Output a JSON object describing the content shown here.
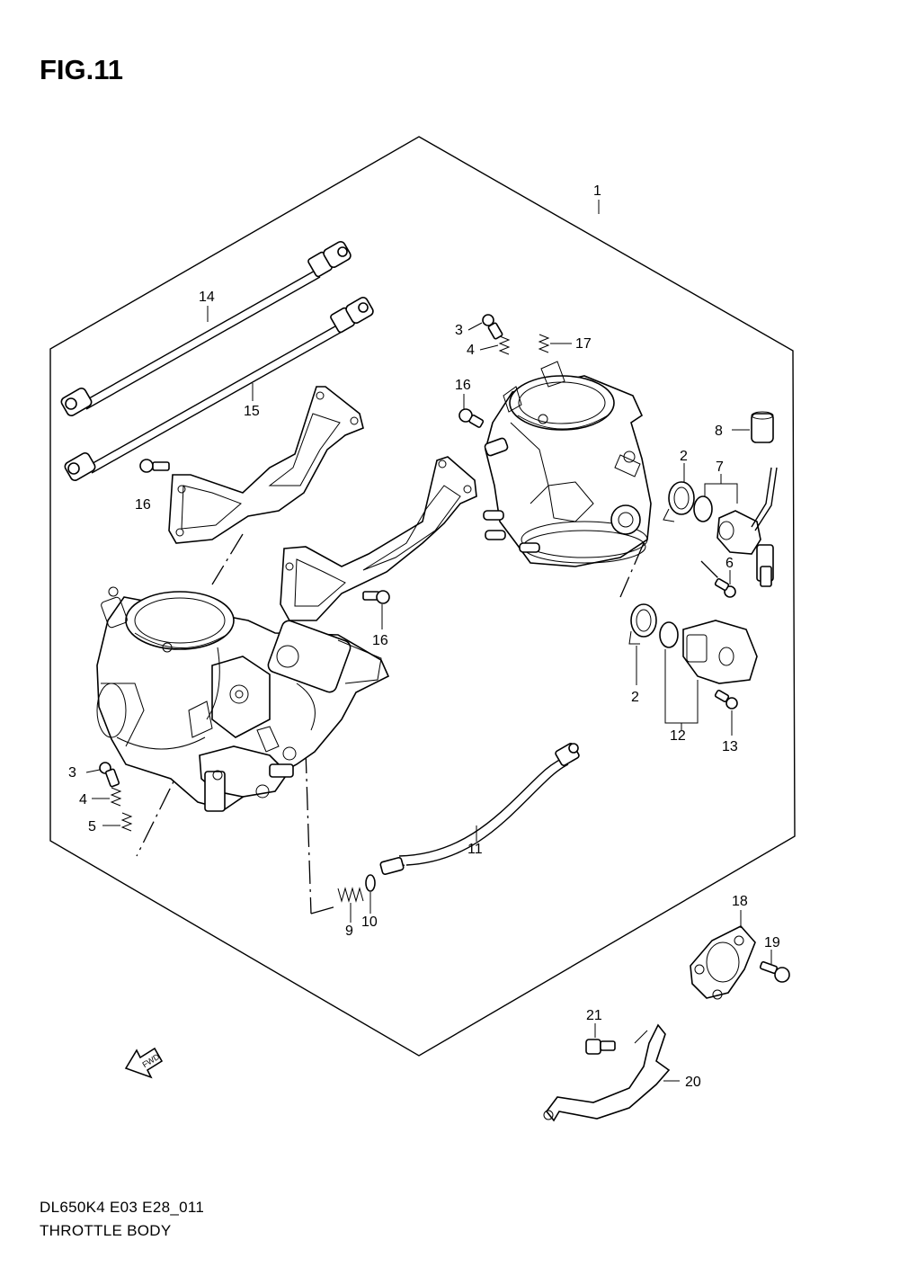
{
  "figure": {
    "title": "FIG.11"
  },
  "footer": {
    "model_code": "DL650K4 E03 E28_011",
    "section_name": "THROTTLE BODY"
  },
  "fwd_arrow": {
    "label": "FWD"
  },
  "callouts": {
    "c1": "1",
    "c14": "14",
    "c15": "15",
    "c16a": "16",
    "c16b": "16",
    "c16c": "16",
    "c3a": "3",
    "c4a": "4",
    "c17": "17",
    "c8": "8",
    "c2a": "2",
    "c7": "7",
    "c6": "6",
    "c2b": "2",
    "c12": "12",
    "c13": "13",
    "c3b": "3",
    "c4b": "4",
    "c5": "5",
    "c11": "11",
    "c9": "9",
    "c10": "10",
    "c18": "18",
    "c19": "19",
    "c21": "21",
    "c20": "20"
  }
}
